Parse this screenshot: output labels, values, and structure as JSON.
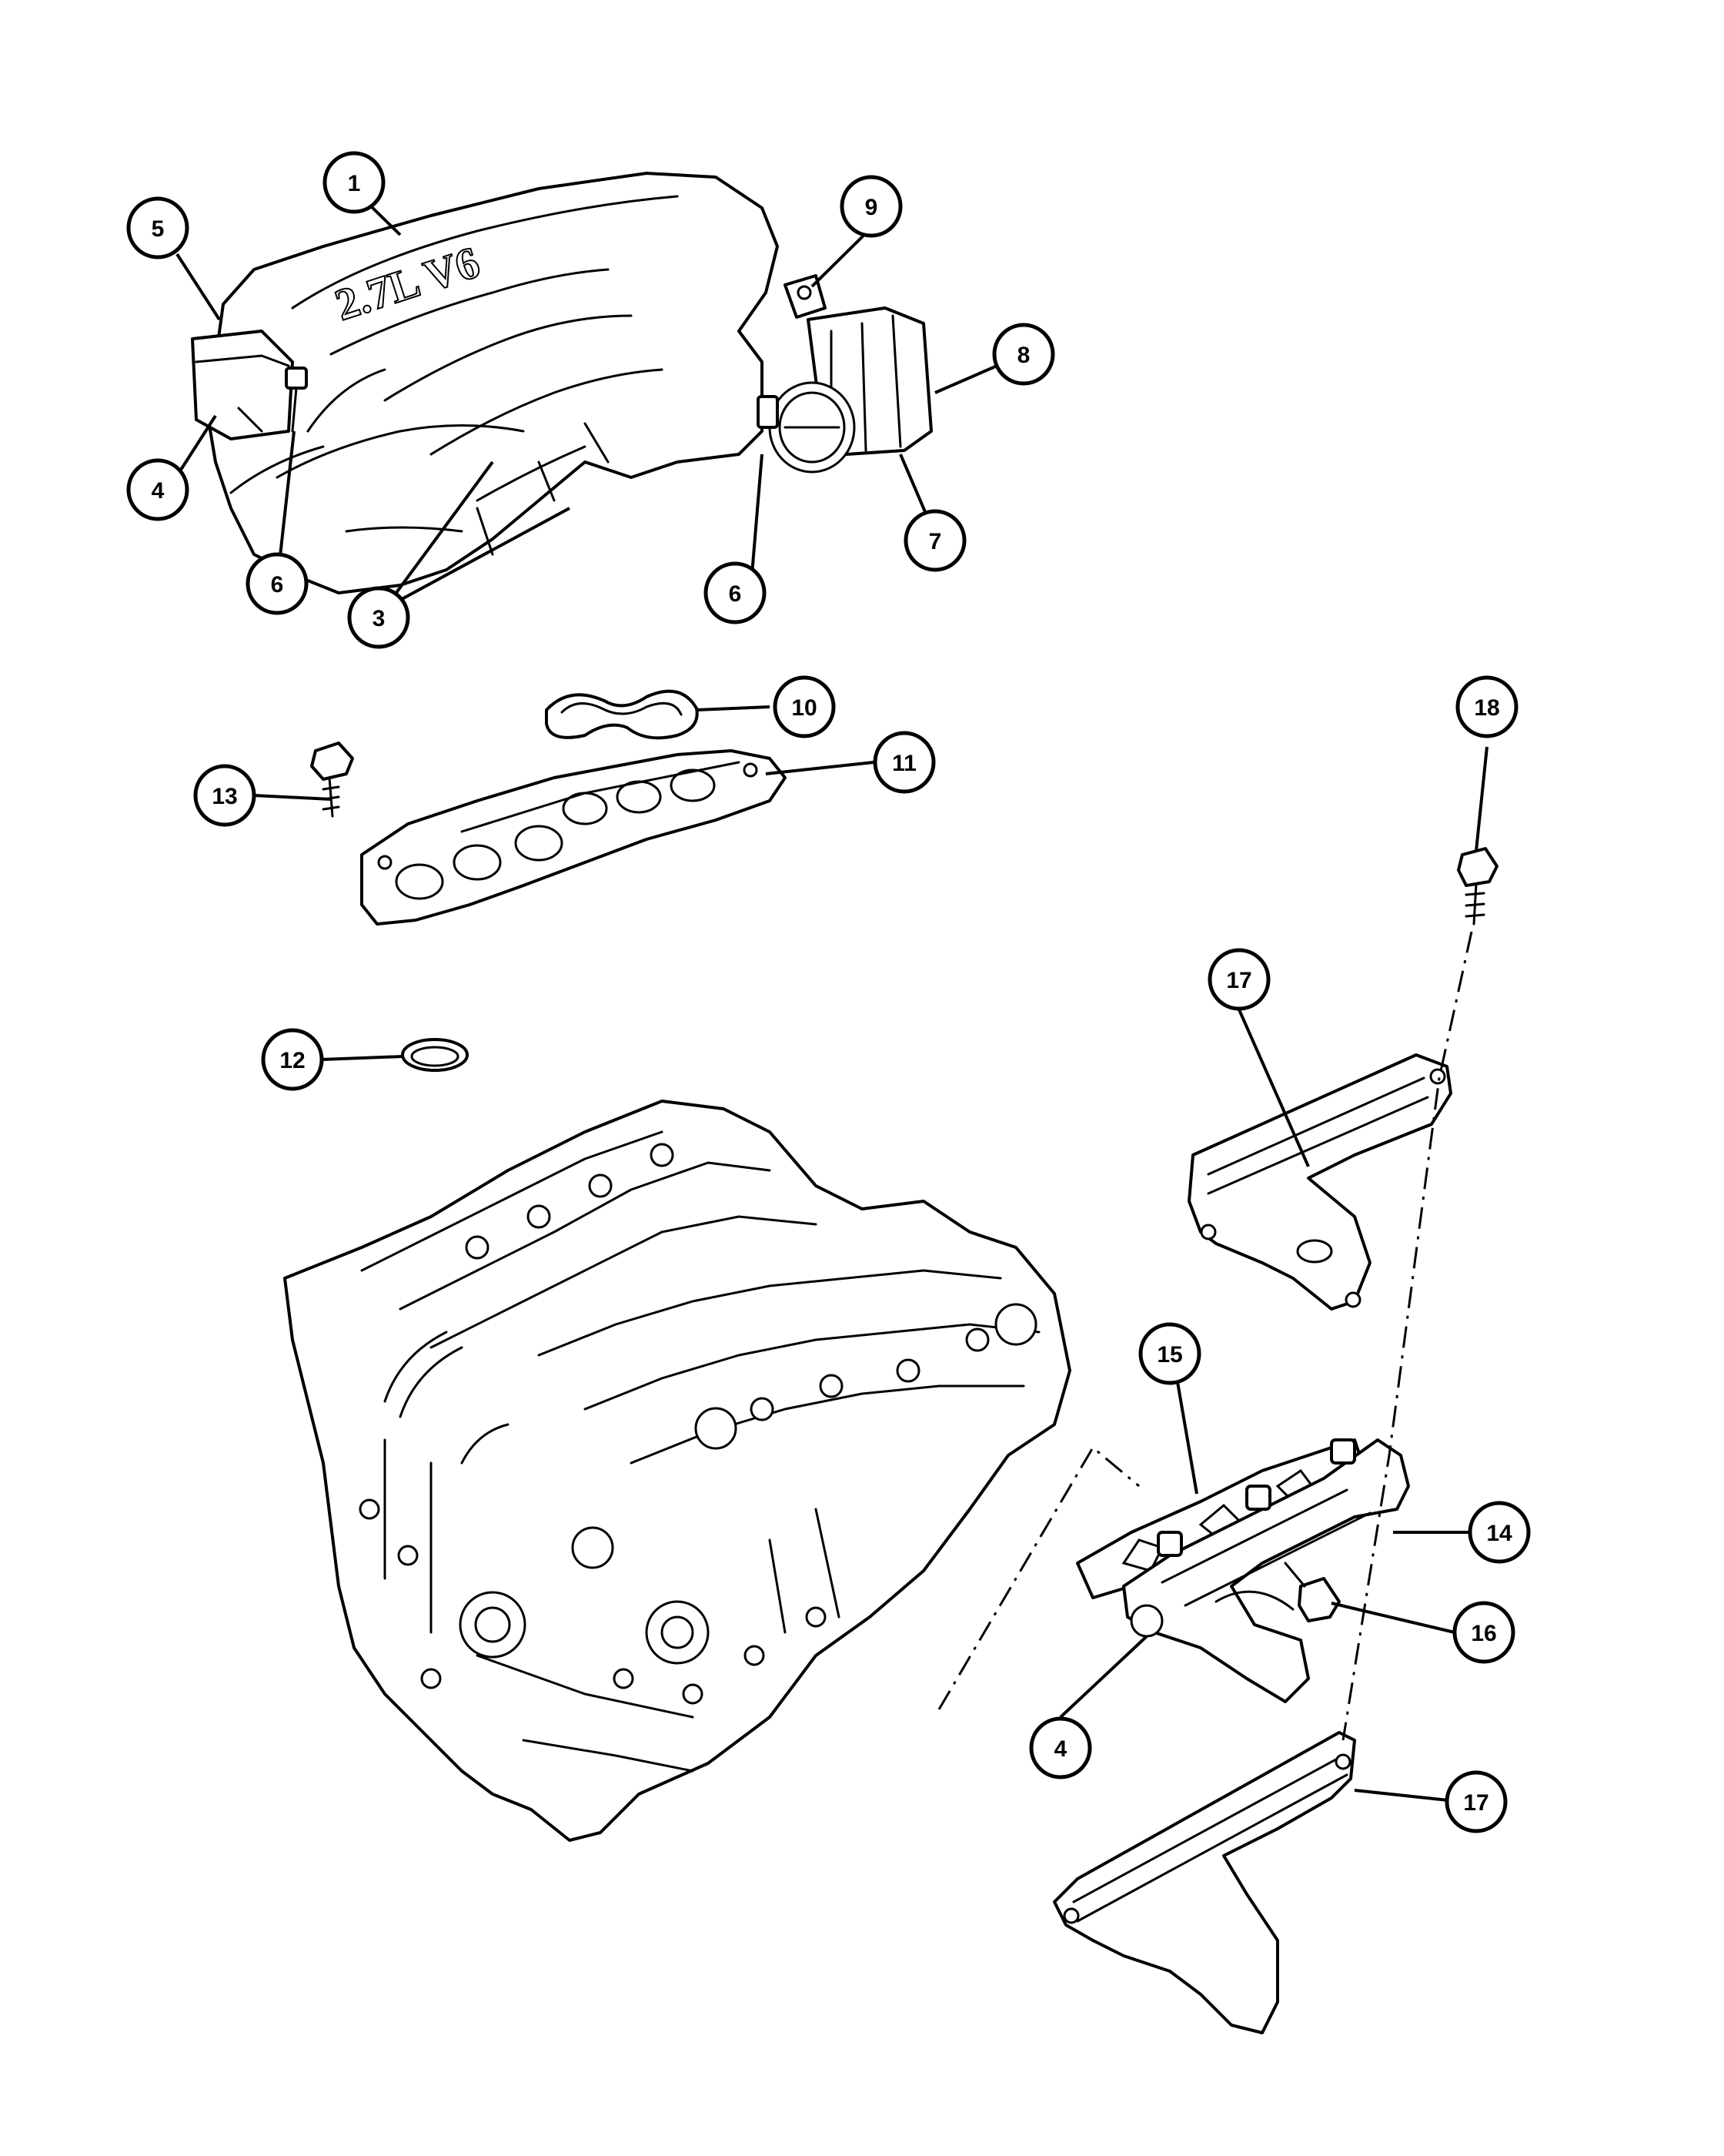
{
  "diagram": {
    "manifold_cover_lettering": "2.7L V6",
    "callouts": [
      {
        "id": "c1",
        "label": "1"
      },
      {
        "id": "c3",
        "label": "3"
      },
      {
        "id": "c4a",
        "label": "4"
      },
      {
        "id": "c4b",
        "label": "4"
      },
      {
        "id": "c5",
        "label": "5"
      },
      {
        "id": "c6a",
        "label": "6"
      },
      {
        "id": "c6b",
        "label": "6"
      },
      {
        "id": "c7",
        "label": "7"
      },
      {
        "id": "c8",
        "label": "8"
      },
      {
        "id": "c9",
        "label": "9"
      },
      {
        "id": "c10",
        "label": "10"
      },
      {
        "id": "c11",
        "label": "11"
      },
      {
        "id": "c12",
        "label": "12"
      },
      {
        "id": "c13",
        "label": "13"
      },
      {
        "id": "c14",
        "label": "14"
      },
      {
        "id": "c15",
        "label": "15"
      },
      {
        "id": "c16",
        "label": "16"
      },
      {
        "id": "c17a",
        "label": "17"
      },
      {
        "id": "c17b",
        "label": "17"
      },
      {
        "id": "c18",
        "label": "18"
      }
    ]
  }
}
